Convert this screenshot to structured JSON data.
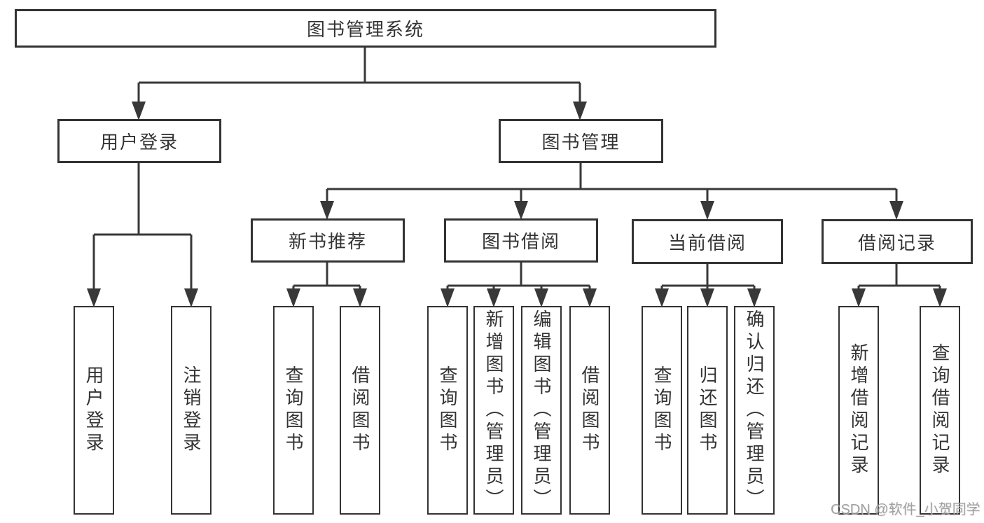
{
  "tree": {
    "label": "图书管理系统",
    "children": [
      {
        "label": "用户登录",
        "children": [
          {
            "label": "用户登录"
          },
          {
            "label": "注销登录"
          }
        ]
      },
      {
        "label": "图书管理",
        "children": [
          {
            "label": "新书推荐",
            "children": [
              {
                "label": "查询图书"
              },
              {
                "label": "借阅图书"
              }
            ]
          },
          {
            "label": "图书借阅",
            "children": [
              {
                "label": "查询图书"
              },
              {
                "label": "新增图书（管理员）"
              },
              {
                "label": "编辑图书（管理员）"
              },
              {
                "label": "借阅图书"
              }
            ]
          },
          {
            "label": "当前借阅",
            "children": [
              {
                "label": "查询图书"
              },
              {
                "label": "归还图书"
              },
              {
                "label": "确认归还（管理员）"
              }
            ]
          },
          {
            "label": "借阅记录",
            "children": [
              {
                "label": "新增借阅记录"
              },
              {
                "label": "查询借阅记录"
              }
            ]
          }
        ]
      }
    ]
  },
  "watermark": {
    "text": "CSDN @软件_小贺同学"
  },
  "colors": {
    "line": "#383838",
    "box_border": "#333333",
    "text": "#333333",
    "watermark": "#8f8f8f",
    "background": "#ffffff"
  }
}
